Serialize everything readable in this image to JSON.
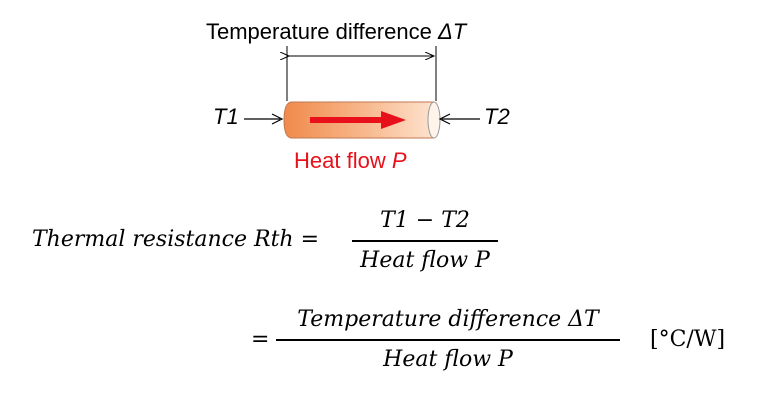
{
  "diagram": {
    "top_label_prefix": "Temperature difference",
    "top_label_symbol": "ΔT",
    "t1_label": "T1",
    "t2_label": "T2",
    "heat_label_prefix": "Heat flow",
    "heat_label_symbol": "P"
  },
  "equation": {
    "lhs": "Thermal resistance Rth =",
    "frac1_num": "T1 − T2",
    "frac1_den": "Heat flow P",
    "eq2_sign": "=",
    "frac2_num": "Temperature difference ΔT",
    "frac2_den": "Heat flow P",
    "unit": "[°C/W]"
  },
  "colors": {
    "arrow": "#e8101a",
    "rod_dark": "#f08a4b",
    "rod_light": "#fde3cf"
  }
}
